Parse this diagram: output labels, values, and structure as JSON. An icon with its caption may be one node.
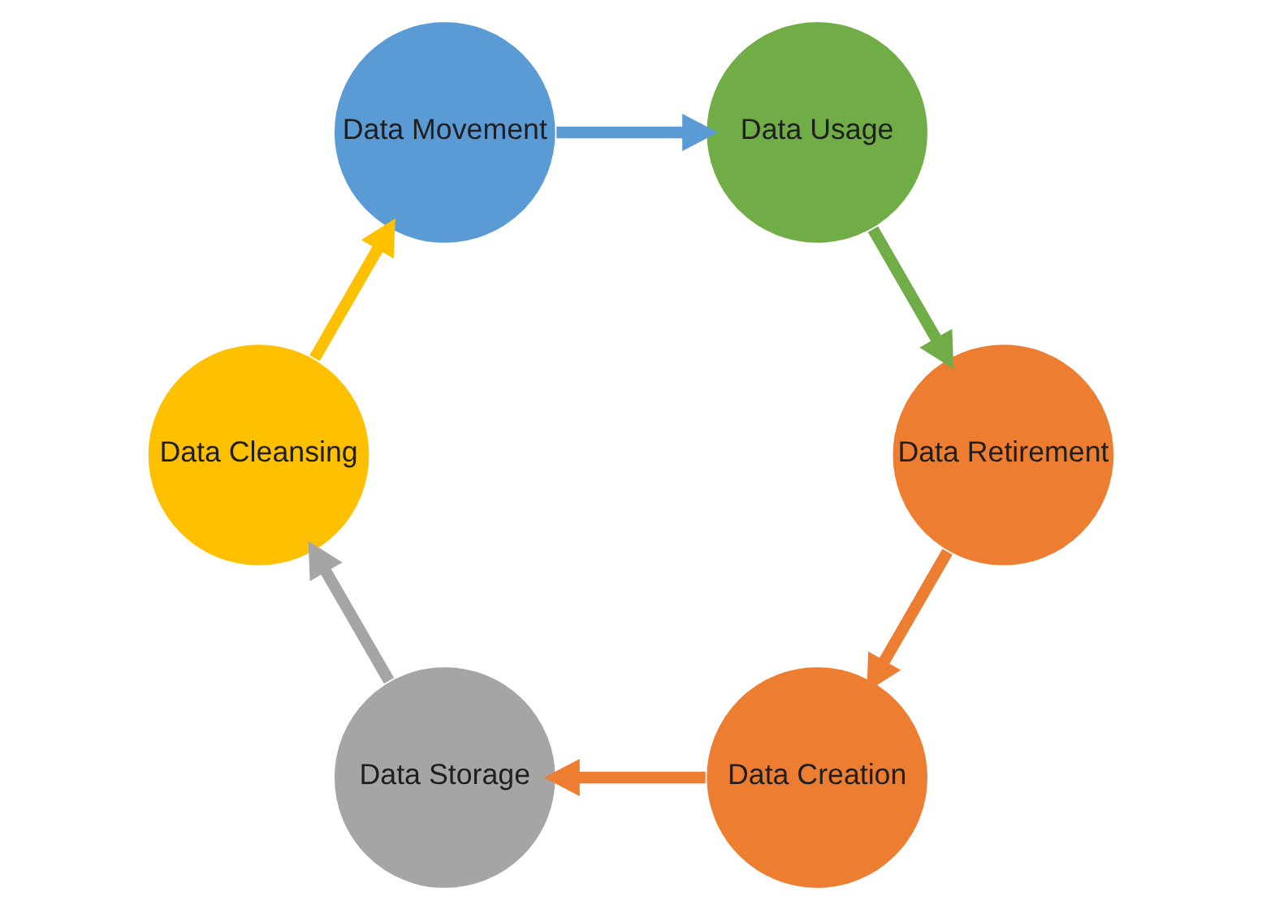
{
  "diagram": {
    "nodes": [
      {
        "text": [
          "Data Creation"
        ]
      },
      {
        "text": [
          "Data Storage"
        ]
      },
      {
        "text": [
          "Data Cleansing"
        ]
      },
      {
        "text": [
          "Data Movement"
        ]
      },
      {
        "text": [
          "Data Usage"
        ]
      },
      {
        "text": [
          "Data Retirement"
        ]
      }
    ],
    "edges": [
      {
        "from": 0,
        "to": 1,
        "arrow": "to",
        "color": "#ed7d31"
      },
      {
        "from": 1,
        "to": 2,
        "arrow": "to",
        "color": "#a5a5a5"
      },
      {
        "from": 2,
        "to": 3,
        "arrow": "to",
        "color": "#ffc000"
      },
      {
        "from": 3,
        "to": 4,
        "arrow": "to",
        "color": "#5b9bd5"
      },
      {
        "from": 4,
        "to": 5,
        "arrow": "to",
        "color": "#70ad47"
      },
      {
        "from": 5,
        "to": 0,
        "arrow": "to",
        "color": "#ed7d31"
      }
    ]
  }
}
